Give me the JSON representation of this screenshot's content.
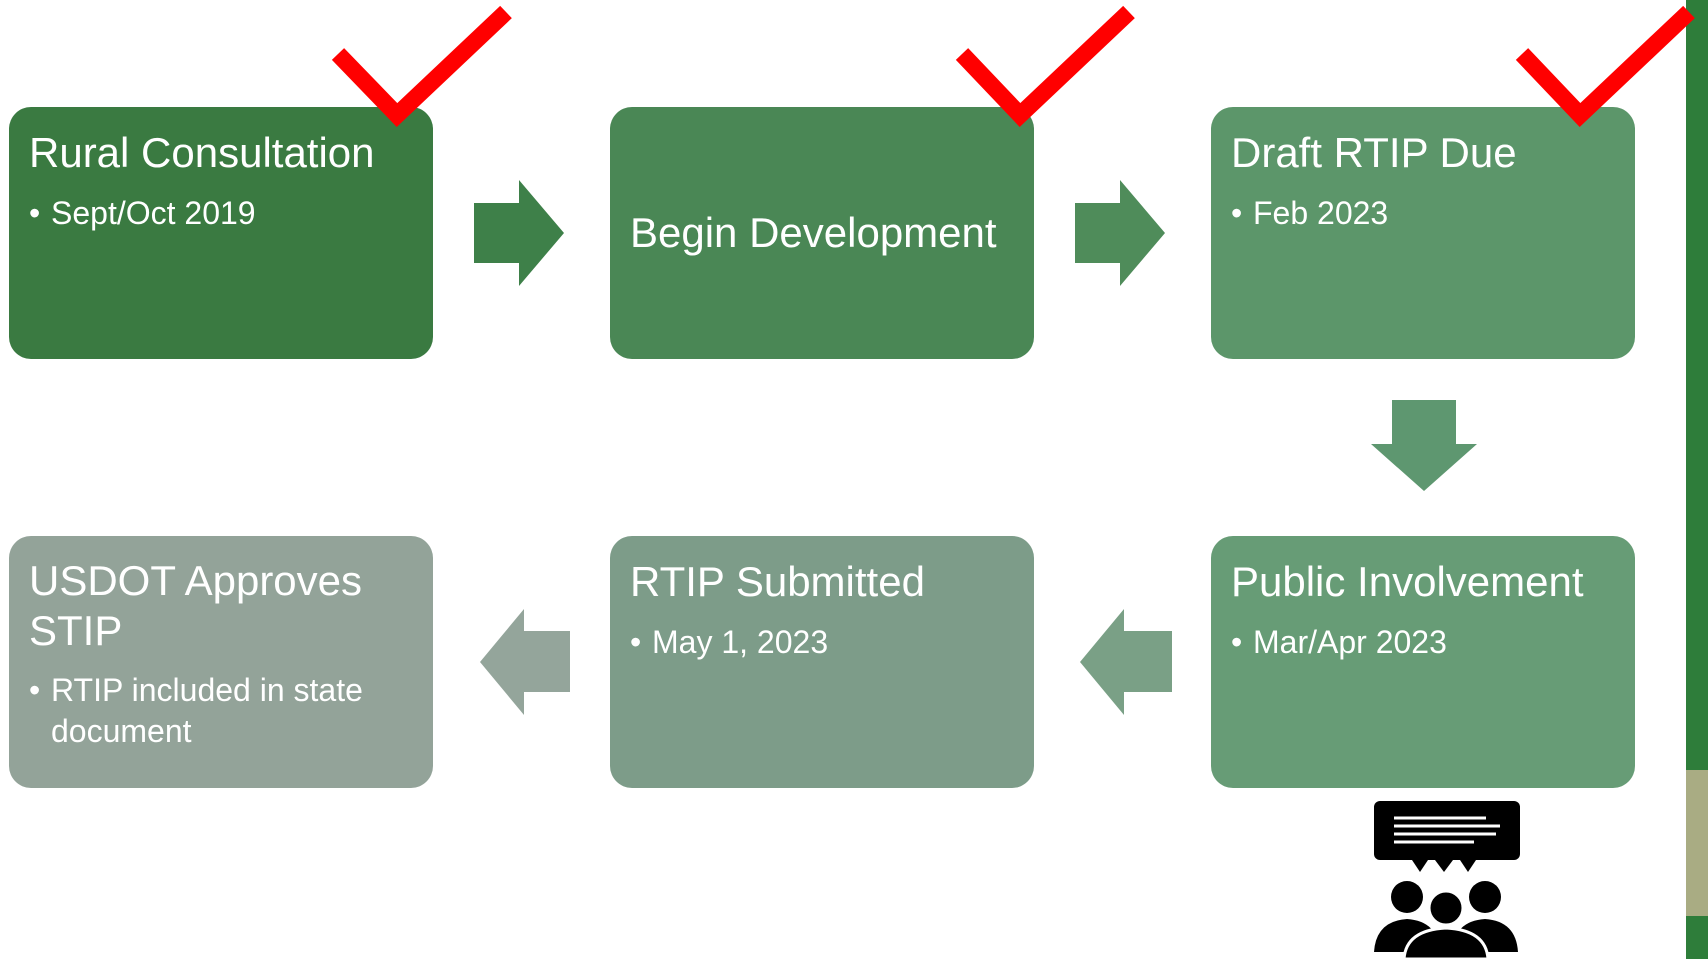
{
  "steps": [
    {
      "title": "Rural Consultation",
      "bullet": "Sept/Oct 2019"
    },
    {
      "title": "Begin Development",
      "bullet": ""
    },
    {
      "title": "Draft RTIP Due",
      "bullet": "Feb 2023"
    },
    {
      "title": "Public Involvement",
      "bullet": "Mar/Apr 2023"
    },
    {
      "title": "RTIP Submitted",
      "bullet": "May 1, 2023"
    },
    {
      "title": "USDOT Approves STIP",
      "bullet": "RTIP included in state document"
    }
  ],
  "completed_steps": [
    "Rural Consultation",
    "Begin Development",
    "Draft RTIP Due"
  ],
  "icons": {
    "checkmark": "checkmark-icon",
    "arrow": "arrow-icon",
    "public_meeting": "public-meeting-icon"
  },
  "colors": {
    "check": "#ff0000",
    "step1": "#3a7a41",
    "step2": "#4a8755",
    "step3": "#5c966a",
    "step4": "#679c76",
    "step5": "#7d9c89",
    "step6": "#93a399",
    "accent": "#2e7d3a"
  }
}
